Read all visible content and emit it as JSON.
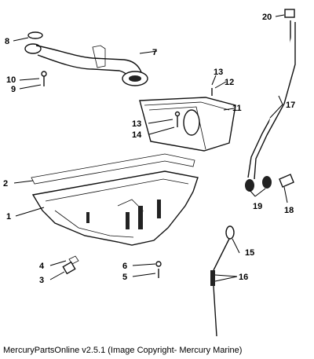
{
  "callouts": [
    "1",
    "2",
    "3",
    "4",
    "5",
    "6",
    "7",
    "8",
    "9",
    "10",
    "11",
    "12",
    "13",
    "13",
    "14",
    "15",
    "16",
    "17",
    "18",
    "19",
    "20"
  ],
  "footer_text": "MercuryPartsOnline v2.5.1 (Image Copyright- Mercury Marine)"
}
